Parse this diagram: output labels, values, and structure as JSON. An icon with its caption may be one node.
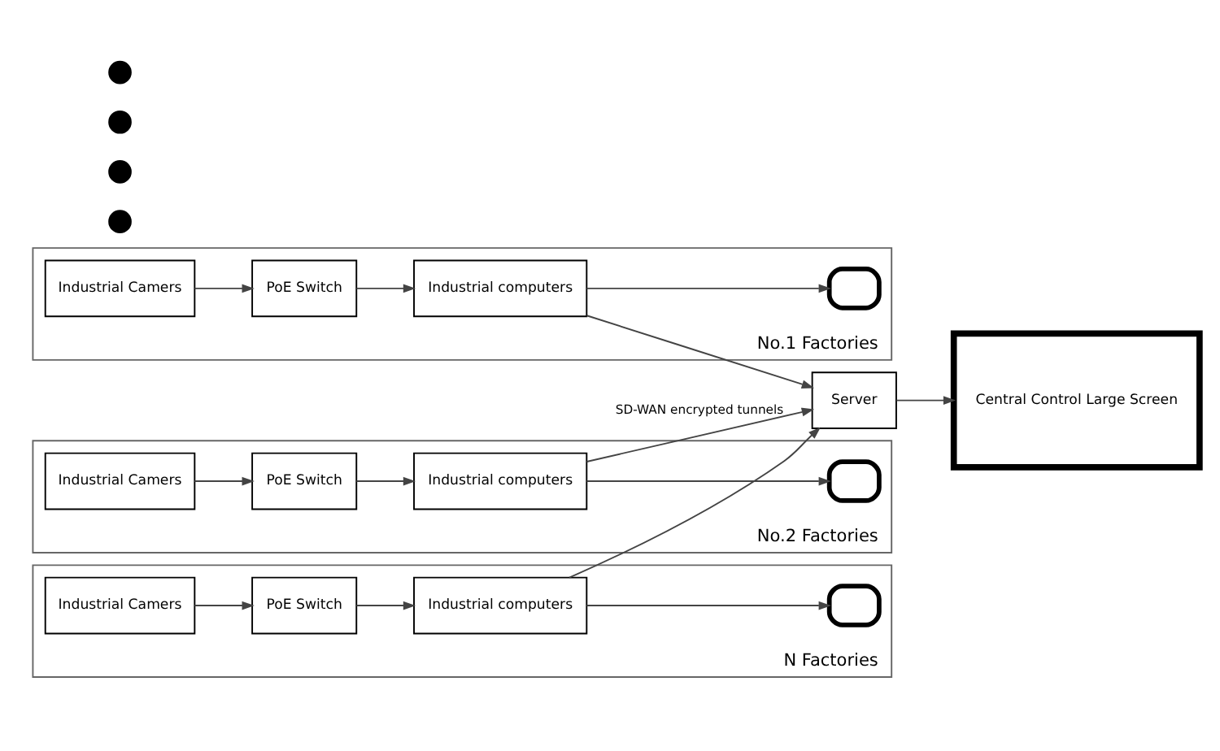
{
  "diagram": {
    "nodes": [
      {
        "text": [
          "No.1 Factories"
        ]
      },
      {
        "text": [
          "Industrial Camers"
        ],
        "in": 0
      },
      {
        "text": [
          "PoE Switch"
        ],
        "in": 0
      },
      {
        "text": [
          "Industrial computers"
        ],
        "in": 0
      },
      {
        "text": [],
        "shape": "monitor",
        "in": 0
      },
      {
        "text": [
          "No.2 Factories"
        ]
      },
      {
        "text": [
          "Industrial Camers"
        ],
        "in": 5
      },
      {
        "text": [
          "PoE Switch"
        ],
        "in": 5
      },
      {
        "text": [
          "Industrial computers"
        ],
        "in": 5
      },
      {
        "text": [],
        "shape": "monitor",
        "in": 5
      },
      {
        "text": [],
        "shape": "circle"
      },
      {
        "text": [],
        "shape": "circle"
      },
      {
        "text": [],
        "shape": "circle"
      },
      {
        "text": [],
        "shape": "circle"
      },
      {
        "text": [
          "N Factories"
        ]
      },
      {
        "text": [
          "Industrial Camers"
        ],
        "in": 14
      },
      {
        "text": [
          "PoE Switch"
        ],
        "in": 14
      },
      {
        "text": [
          "Industrial computers"
        ],
        "in": 14
      },
      {
        "text": [],
        "shape": "monitor",
        "in": 14
      },
      {
        "text": [
          "Server"
        ]
      },
      {
        "text": [
          "Central Control Large Screen"
        ]
      }
    ],
    "edges": [
      {
        "from": 1,
        "to": 2,
        "arrow": "to"
      },
      {
        "from": 2,
        "to": 3,
        "arrow": "to"
      },
      {
        "from": 3,
        "to": 4,
        "arrow": "to"
      },
      {
        "from": 6,
        "to": 7,
        "arrow": "to"
      },
      {
        "from": 7,
        "to": 8,
        "arrow": "to"
      },
      {
        "from": 8,
        "to": 9,
        "arrow": "to"
      },
      {
        "from": 15,
        "to": 16,
        "arrow": "to"
      },
      {
        "from": 16,
        "to": 17,
        "arrow": "to"
      },
      {
        "from": 17,
        "to": 18,
        "arrow": "to"
      },
      {
        "from": 3,
        "to": 19,
        "arrow": "to"
      },
      {
        "from": 8,
        "to": 19,
        "arrow": "to",
        "label": "SD-WAN encrypted tunnels"
      },
      {
        "from": 17,
        "to": 19,
        "arrow": "to"
      },
      {
        "from": 19,
        "to": 20,
        "arrow": "to"
      }
    ]
  }
}
